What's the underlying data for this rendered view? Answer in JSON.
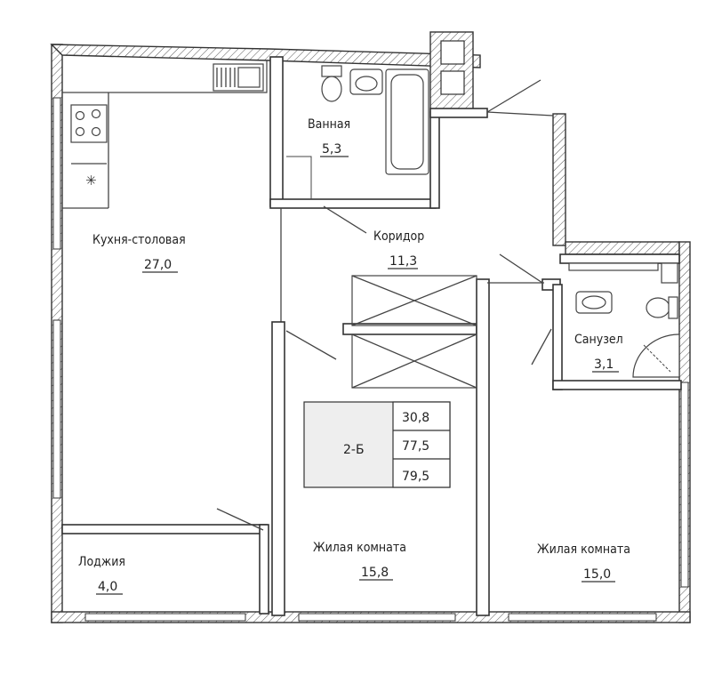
{
  "rooms": {
    "kitchen": {
      "label": "Кухня-столовая",
      "area": "27,0"
    },
    "bath": {
      "label": "Ванная",
      "area": "5,3"
    },
    "corridor": {
      "label": "Коридор",
      "area": "11,3"
    },
    "wc": {
      "label": "Санузел",
      "area": "3,1"
    },
    "living1": {
      "label": "Жилая комната",
      "area": "15,8"
    },
    "living2": {
      "label": "Жилая комната",
      "area": "15,0"
    },
    "loggia": {
      "label": "Лоджия",
      "area": "4,0"
    }
  },
  "summary": {
    "type": "2-Б",
    "living_area": "30,8",
    "total_area": "77,5",
    "total_with_loggia": "79,5"
  },
  "colors": {
    "line": "#333333",
    "hatch": "#555555",
    "shade": "#eeeeee"
  }
}
